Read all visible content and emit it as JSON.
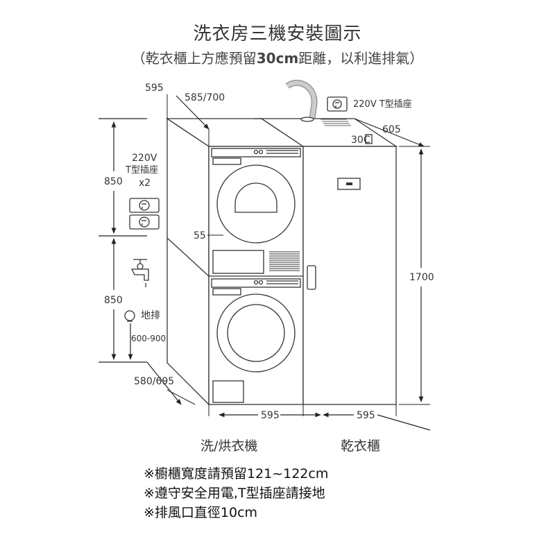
{
  "title": "洗衣房三機安裝圖示",
  "subtitle": {
    "before": "（乾衣櫃上方應預留",
    "bold": "30cm",
    "after": "距離，以利進排氣）"
  },
  "dimensions": {
    "top_width": "595",
    "top_depth": "585/700",
    "right_depth": "605",
    "height_upper": "850",
    "height_lower": "850",
    "total_height": "1700",
    "door_gap": "55",
    "drain_range": "600-900",
    "bottom_depth": "580/695",
    "bottom_width_left": "595",
    "bottom_width_right": "595"
  },
  "labels": {
    "outlet_label_line1": "220V",
    "outlet_label_line2": "T型插座",
    "outlet_label_line3": "x2",
    "outlet_top": "220V T型插座",
    "breaker": "30C",
    "floor_drain": "地排"
  },
  "captions": {
    "washer_dryer": "洗/烘衣機",
    "dryer_cabinet": "乾衣櫃"
  },
  "notes": [
    "※櫥櫃寬度請預留121~122cm",
    "※遵守安全用電,T型插座請接地",
    "※排風口直徑10cm"
  ],
  "colors": {
    "line": "#333333",
    "fill": "#ffffff"
  },
  "icons": [
    "outlet-icon",
    "faucet-icon",
    "floor-drain-icon",
    "duct-icon",
    "breaker-icon"
  ]
}
